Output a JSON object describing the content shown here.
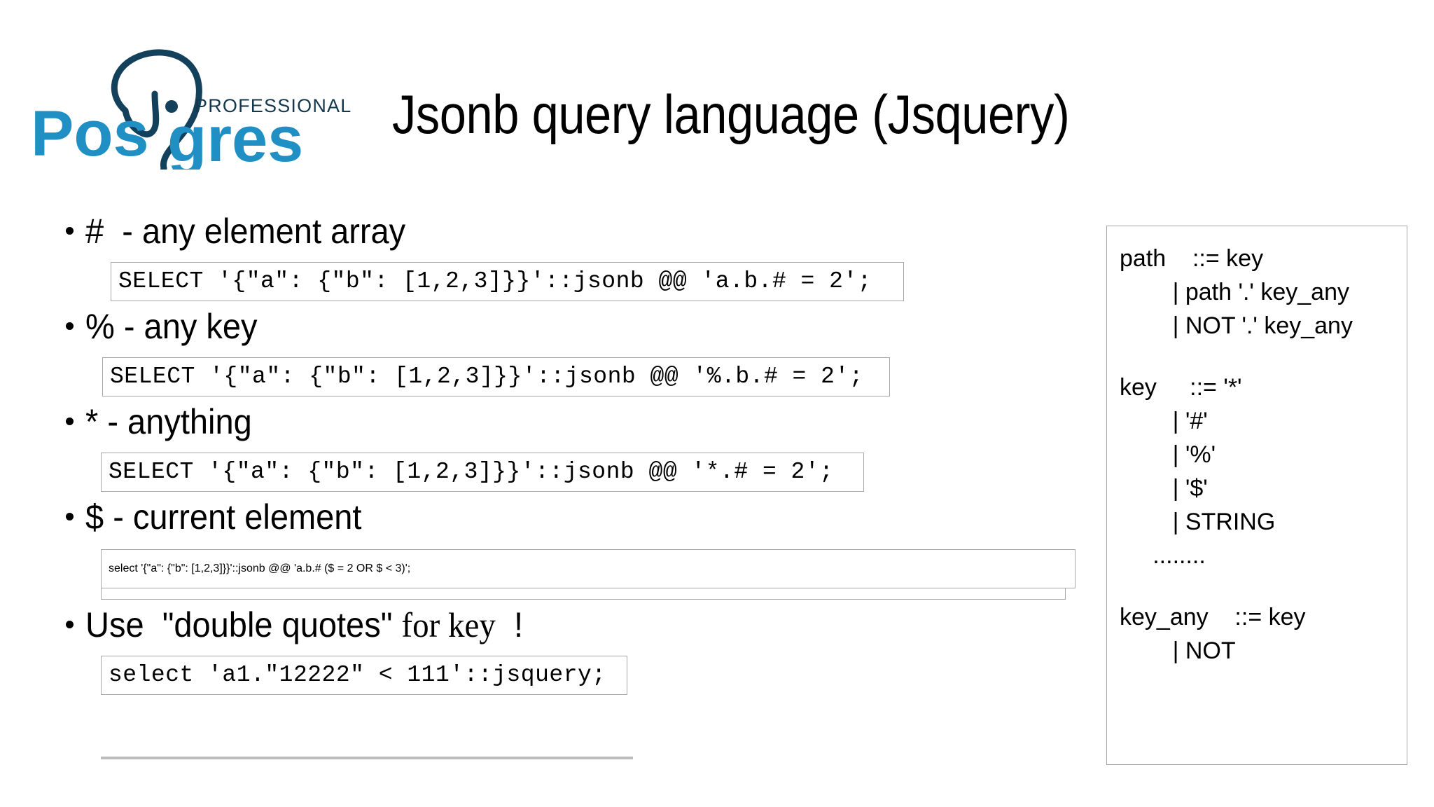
{
  "slide": {
    "title": "Jsonb query language (Jsquery)",
    "brand": {
      "name": "Postgres",
      "tagline": "PROFESSIONAL",
      "logo_icon": "elephant-logo-icon",
      "colors": {
        "wordmark": "#1f8fc4",
        "elephant": "#13415b",
        "tagline": "#14384d"
      }
    }
  },
  "bullets": [
    {
      "symbol": "#",
      "text": "#  - any element array",
      "code": "SELECT '{\"a\": {\"b\": [1,2,3]}}'::jsonb @@ 'a.b.# = 2';"
    },
    {
      "symbol": "%",
      "text": "% - any key",
      "code": "SELECT '{\"a\": {\"b\": [1,2,3]}}'::jsonb @@ '%.b.# = 2';"
    },
    {
      "symbol": "*",
      "text": "* - anything",
      "code": "SELECT '{\"a\": {\"b\": [1,2,3]}}'::jsonb @@ '*.# = 2';"
    },
    {
      "symbol": "$",
      "text": "$ - current element",
      "code": "select '{\"a\": {\"b\": [1,2,3]}}'::jsonb @@ 'a.b.# ($ = 2 OR $ < 3)';"
    },
    {
      "symbol": "\"",
      "text_part1": "Use  \"double quotes\" ",
      "text_part2": "for key",
      "text_part3": "  !",
      "code": "select 'a1.\"12222\" < 111'::jsquery;"
    }
  ],
  "grammar": {
    "lines": [
      "path    ::= key",
      "        | path '.' key_any",
      "        | NOT '.' key_any",
      "",
      "key     ::= '*'",
      "        | '#'",
      "        | '%'",
      "        | '$'",
      "        | STRING",
      "     ........",
      "",
      "key_any    ::= key",
      "        | NOT"
    ],
    "rows": [
      {
        "lhs": "path",
        "op": "::= key"
      },
      {
        "lhs": "",
        "op": "| path '.' key_any"
      },
      {
        "lhs": "",
        "op": "| NOT '.' key_any"
      },
      {
        "lhs": "key",
        "op": "::= '*'"
      },
      {
        "lhs": "",
        "op": "| '#'"
      },
      {
        "lhs": "",
        "op": "| '%'"
      },
      {
        "lhs": "",
        "op": "| '$'"
      },
      {
        "lhs": "",
        "op": "| STRING"
      },
      {
        "lhs": "",
        "op": "........"
      },
      {
        "lhs": "key_any",
        "op": "::= key"
      },
      {
        "lhs": "",
        "op": "| NOT"
      }
    ]
  }
}
